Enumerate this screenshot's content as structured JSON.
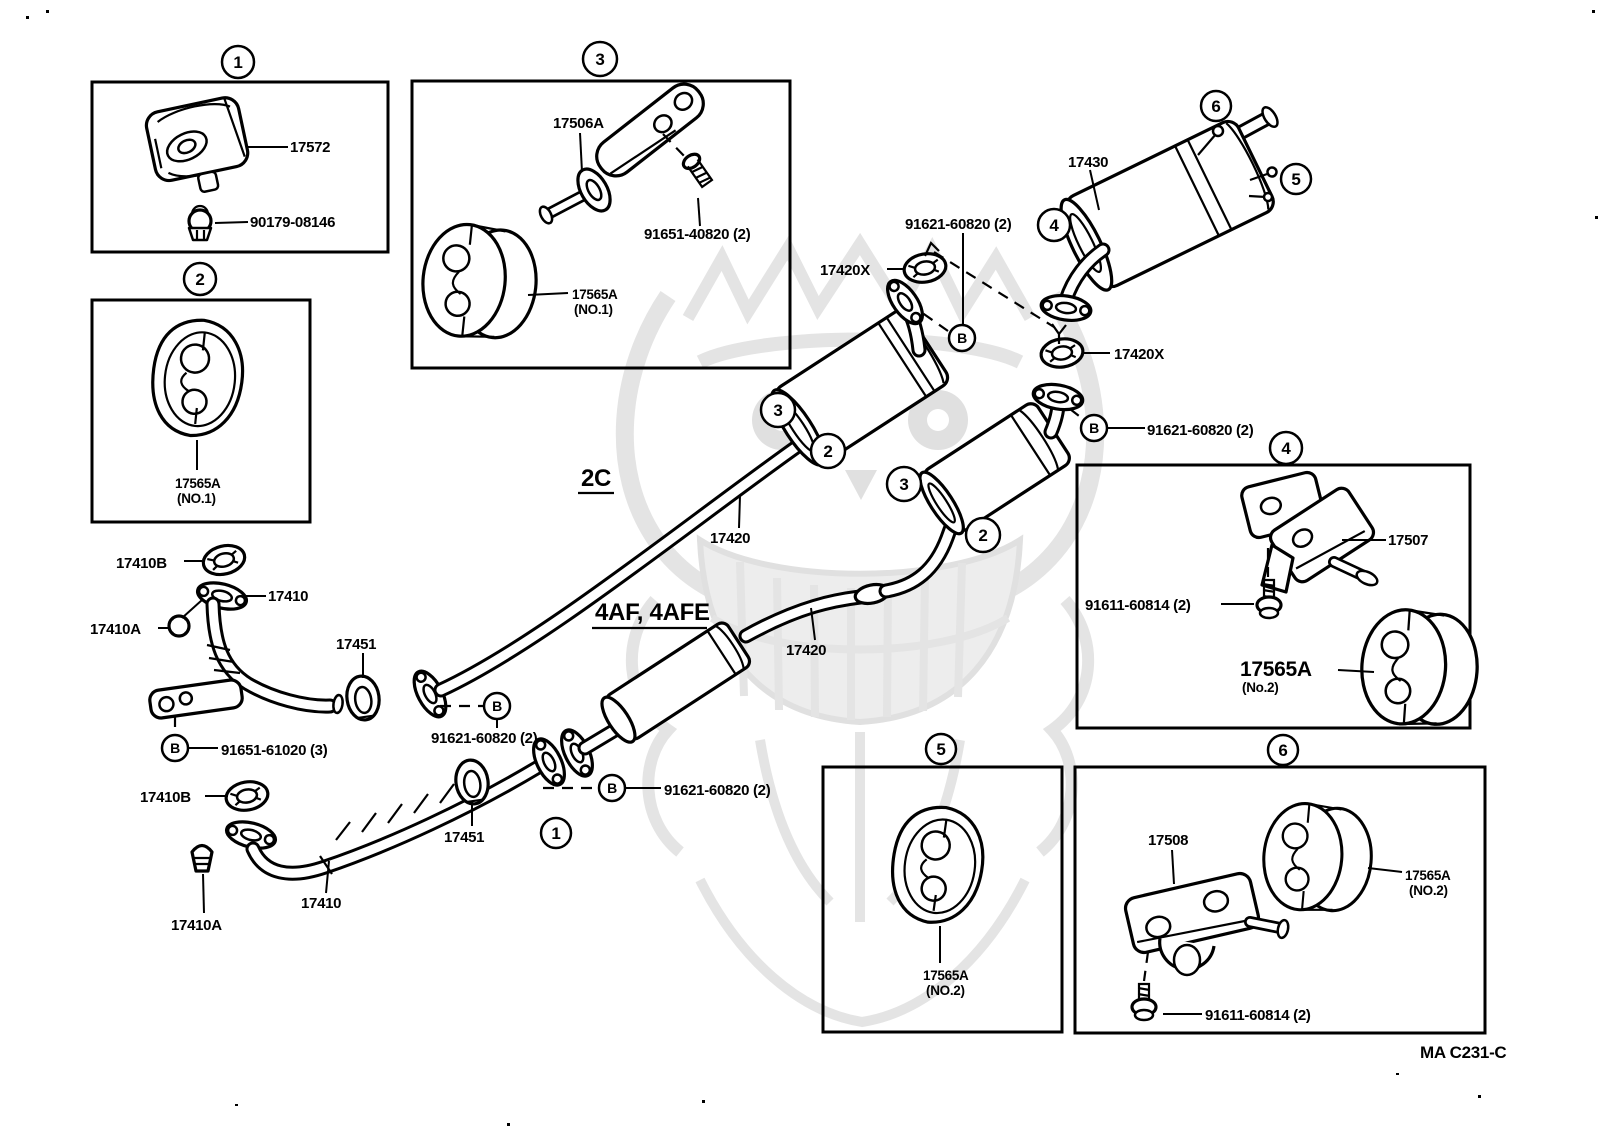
{
  "footer": {
    "drawing_code": "MA C231-C"
  },
  "engines": {
    "top": "2C",
    "bottom": "4AF, 4AFE"
  },
  "callouts": {
    "n1": "1",
    "n2": "2",
    "n3": "3",
    "n4": "4",
    "n5": "5",
    "n6": "6",
    "b": "B"
  },
  "parts": {
    "mount": "17572",
    "mount_nut": "90179-08146",
    "hanger": "17565A",
    "hanger_no1": "(NO.1)",
    "hanger_no2": "(NO.2)",
    "hanger_no2_alt": "(No.2)",
    "support_bracket": "17506A",
    "support_bracket_bolt": "91651-40820 (2)",
    "main_muffler": "17430",
    "flange_bolt": "91621-60820 (2)",
    "rear_gasket": "17420X",
    "center_pipe": "17420",
    "front_pipe": "17410",
    "front_gasket": "17410B",
    "front_nut": "17410A",
    "damper_ring": "17451",
    "front_flange_bolt": "91651-61020 (3)",
    "rear_bracket": "17507",
    "rear_bracket_bolt": "91611-60814 (2)",
    "tail_bracket": "17508"
  }
}
